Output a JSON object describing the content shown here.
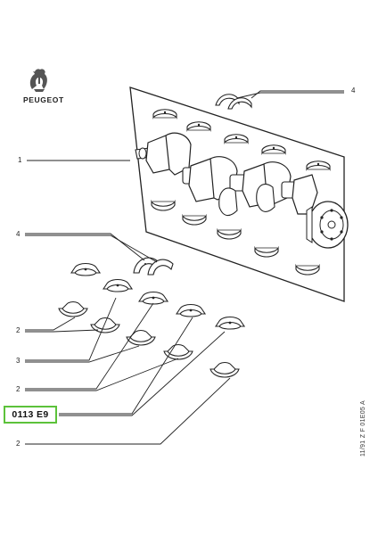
{
  "brand": {
    "name": "PEUGEOT",
    "logo_icon": "lion-logo-icon"
  },
  "callouts": {
    "c1": "1",
    "c2a": "2",
    "c2b": "2",
    "c2c": "2",
    "c3": "3",
    "c4a": "4",
    "c4b": "4"
  },
  "part_code": "0113  E9",
  "sheet_reference": "11/91 Z F 01E05 A",
  "highlight_color": "#5cc23a"
}
